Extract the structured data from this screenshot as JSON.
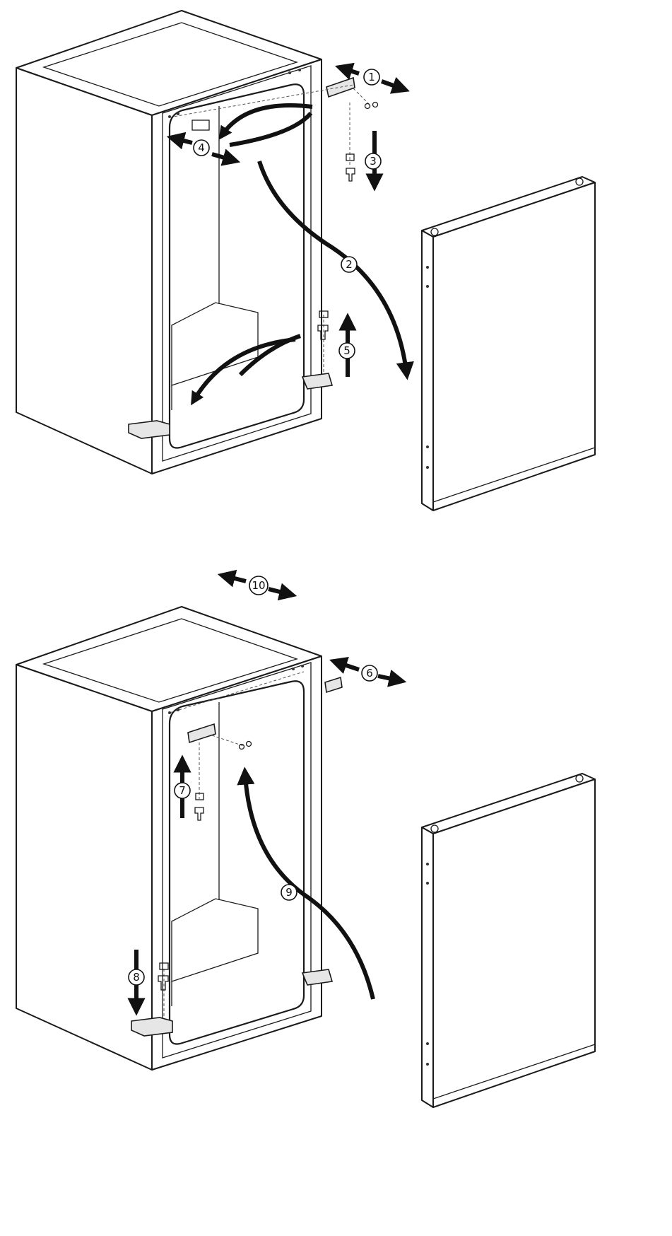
{
  "diagram": {
    "step_labels": [
      "1",
      "2",
      "3",
      "4",
      "5",
      "6",
      "7",
      "8",
      "9",
      "10"
    ]
  }
}
